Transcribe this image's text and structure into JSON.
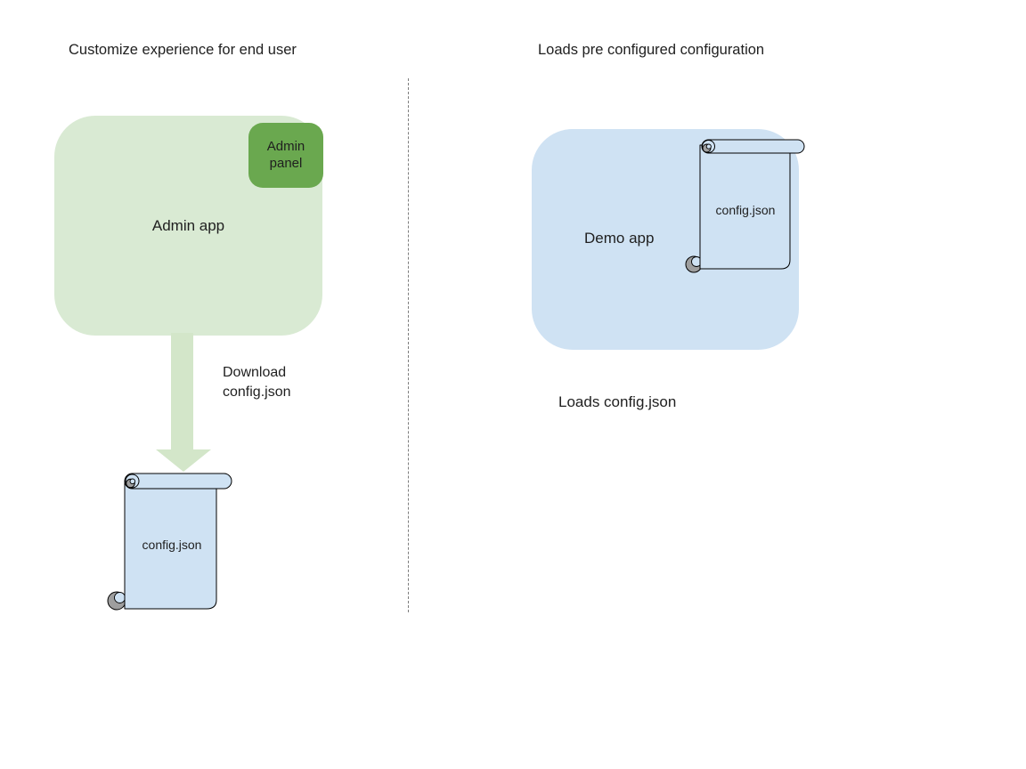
{
  "diagram": {
    "left": {
      "title": "Customize experience for end user",
      "admin_app_label": "Admin app",
      "admin_panel_label": "Admin panel",
      "arrow_label": "Download config.json",
      "config_file_label": "config.json"
    },
    "right": {
      "title": "Loads pre configured configuration",
      "demo_app_label": "Demo app",
      "config_file_label": "config.json",
      "caption": "Loads config.json"
    }
  },
  "colors": {
    "admin_app_fill": "#d9ead3",
    "admin_panel_fill": "#6aa84f",
    "arrow_fill": "#d3e6c9",
    "demo_app_fill": "#cfe2f3",
    "scroll_fill": "#cfe2f3",
    "scroll_curl": "#9e9e9e",
    "outline": "#000000",
    "divider": "#7d7d7d",
    "text": "#1f1f1f"
  }
}
